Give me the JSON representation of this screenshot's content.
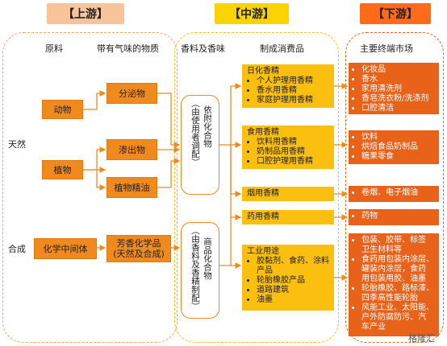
{
  "headers": {
    "upstream": "【上游】",
    "midstream": "【中游】",
    "downstream": "【下游】"
  },
  "colors": {
    "upstream_header": "#f9c49a",
    "midstream_header": "#fbd400",
    "downstream_header": "#ff6b1a",
    "orange_box": "#f08a1e",
    "yellow_box": "#fbbf0f",
    "market_box": "#e8621a"
  },
  "upstream": {
    "col_raw": "原料",
    "col_aroma": "带有气味的物质",
    "row_natural": "天然",
    "row_synthetic": "合成",
    "animal": "动物",
    "plant": "植物",
    "secretion": "分泌物",
    "exudate": "渗出物",
    "essential_oil": "植物精油",
    "chem_intermediate": "化学中间体",
    "aroma_chem_line1": "芳香化学品",
    "aroma_chem_line2": "(天然及合成)"
  },
  "midstream": {
    "col_flavor": "香料及香味",
    "col_products": "制成消费品",
    "dependent_compound": "依附化合物",
    "dependent_compound_note": "（由使用者调配）",
    "commodity_compound": "商品化合物",
    "commodity_compound_note": "（由香料及香精制配）",
    "daily": {
      "title": "日化香精",
      "items": [
        "个人护理用香精",
        "香水用香精",
        "家庭护理用香精"
      ]
    },
    "food": {
      "title": "食用香精",
      "items": [
        "饮料用香精",
        "奶制品用香精",
        "口腔护理用香精"
      ]
    },
    "tobacco": {
      "title": "烟用香精"
    },
    "pharma": {
      "title": "药用香精"
    },
    "industrial": {
      "title": "工业用途",
      "items": [
        "胶黏剂、食药、涂料",
        "产品",
        "轮胎橡胶产品",
        "道路建筑",
        "油墨"
      ]
    }
  },
  "downstream": {
    "col_market": "主要终端市场",
    "daily": [
      "化妆品",
      "香水",
      "家用清洗剂",
      "香皂洗衣粉/洗涤剂",
      "口腔清洁"
    ],
    "food": [
      "饮料",
      "烘焙食品奶制品",
      "糖果零食"
    ],
    "tobacco": [
      "卷烟、电子烟油"
    ],
    "pharma": [
      "药物"
    ],
    "industrial": [
      "包装、胶带、标签",
      "卫生材料等",
      "食药用包装内涂层、",
      "罐装内涂层，食药",
      "用包装用胶、油墨",
      "轮胎橡胶、路标漆、",
      "四季高性能轮胎",
      "风能工业、太阳能、",
      "户外防腐防污、汽",
      "车产业"
    ]
  },
  "watermark": "格隆汇"
}
